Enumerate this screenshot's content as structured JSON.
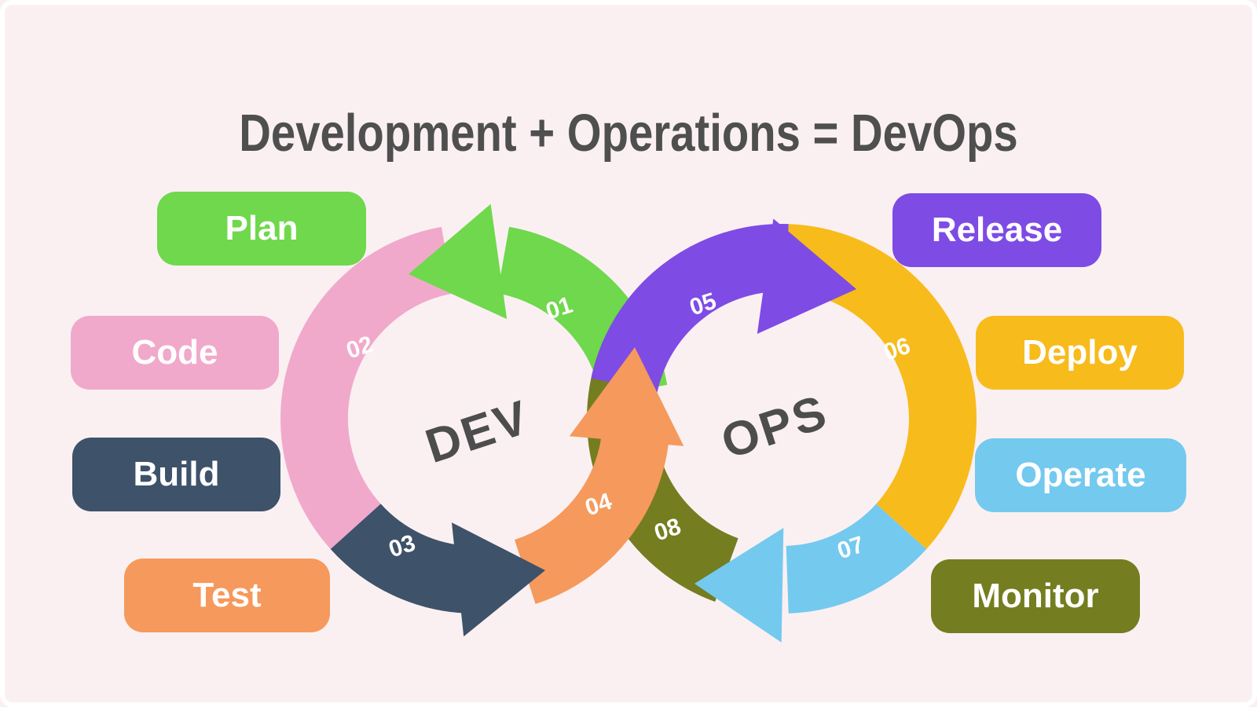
{
  "title": "Development + Operations = DevOps",
  "loops": {
    "dev_label": "DEV",
    "ops_label": "OPS"
  },
  "stages": [
    {
      "num": "01",
      "name": "Plan",
      "color": "#6fd84c"
    },
    {
      "num": "02",
      "name": "Code",
      "color": "#f1a9cb"
    },
    {
      "num": "03",
      "name": "Build",
      "color": "#3e5269"
    },
    {
      "num": "04",
      "name": "Test",
      "color": "#f6995c"
    },
    {
      "num": "05",
      "name": "Release",
      "color": "#7e4be4"
    },
    {
      "num": "06",
      "name": "Deploy",
      "color": "#f7bb1c"
    },
    {
      "num": "07",
      "name": "Operate",
      "color": "#74c9ef"
    },
    {
      "num": "08",
      "name": "Monitor",
      "color": "#747d20"
    }
  ],
  "colors": {
    "background": "#faf0f2",
    "frame": "#ffffff",
    "title_text": "#4f4f4f",
    "loop_text": "#4d4d4d",
    "stage_text": "#ffffff"
  }
}
